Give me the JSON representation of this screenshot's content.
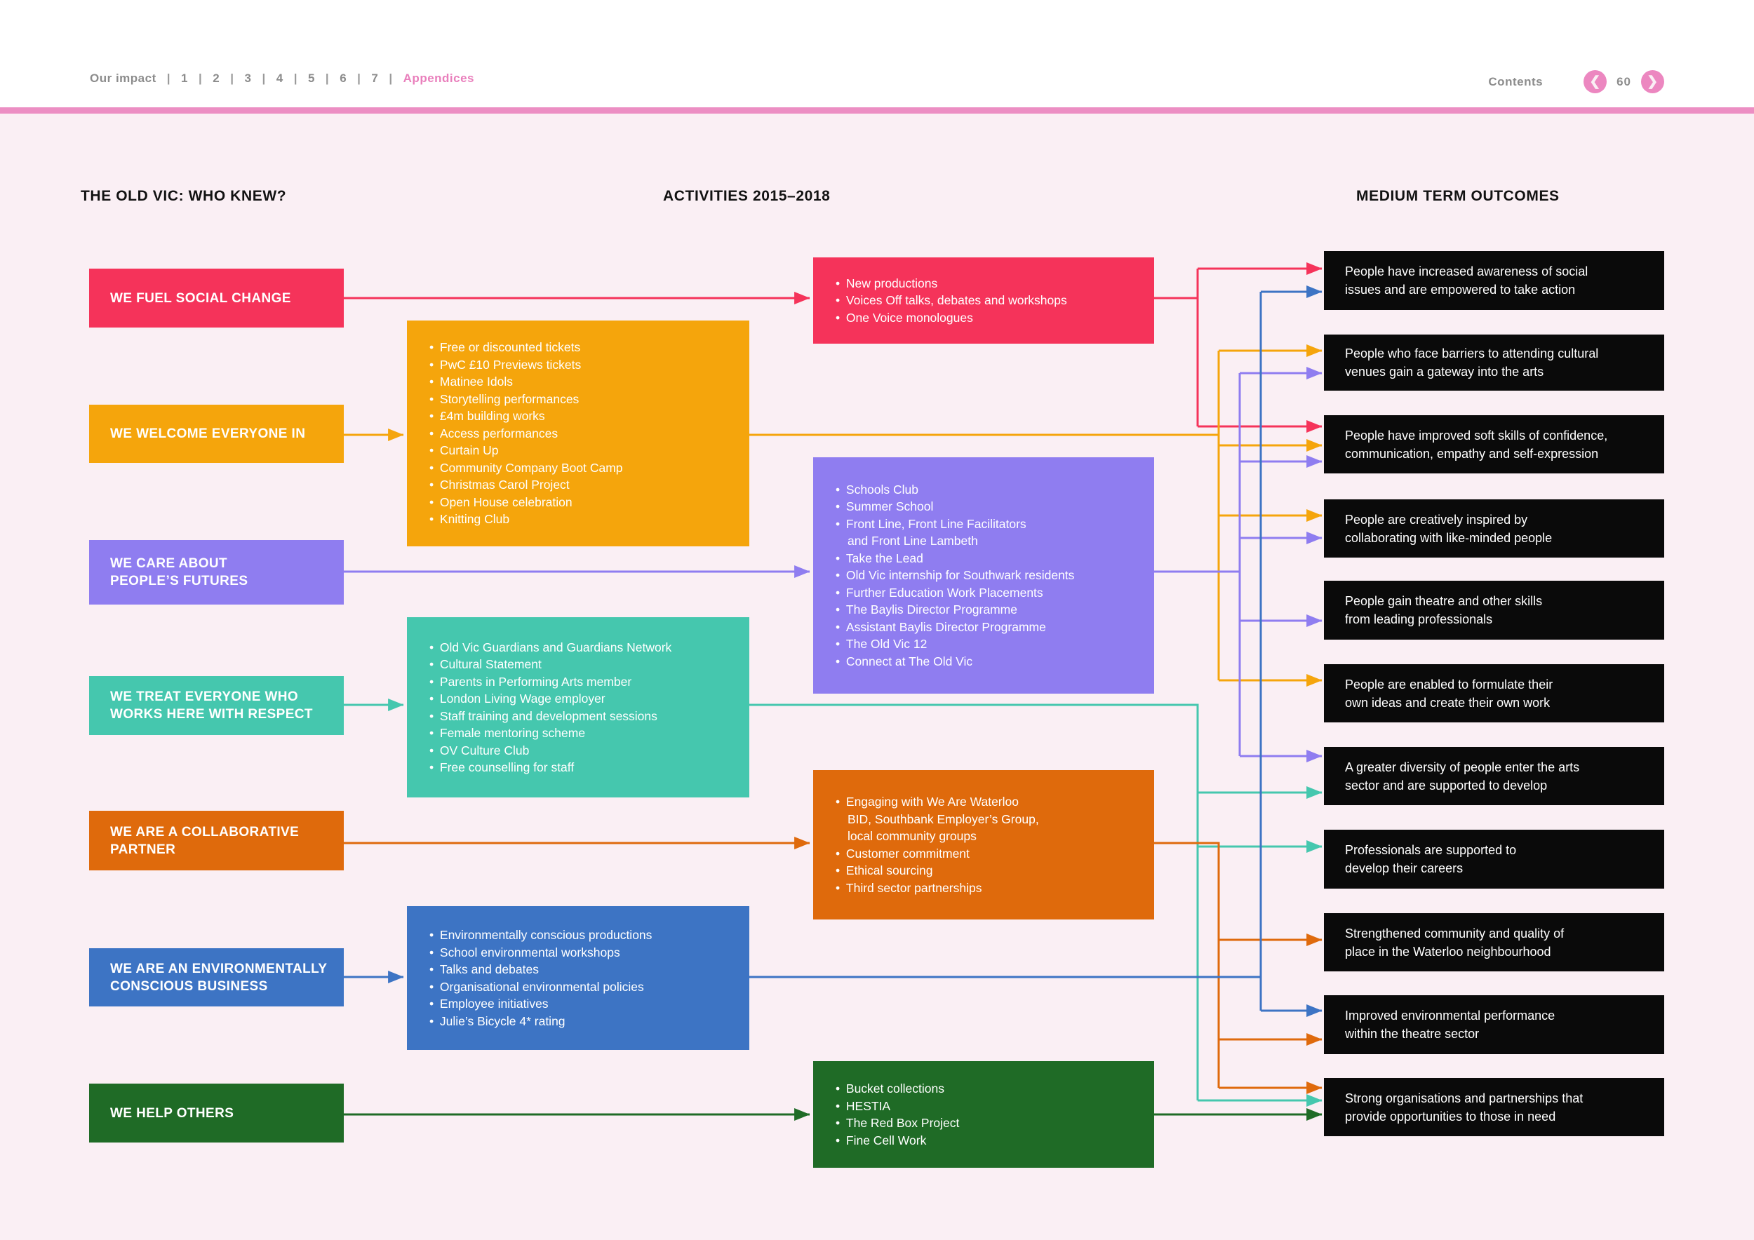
{
  "nav": {
    "our_impact": "Our impact",
    "pages": [
      "1",
      "2",
      "3",
      "4",
      "5",
      "6",
      "7"
    ],
    "separator": "|",
    "appendices": "Appendices",
    "contents": "Contents",
    "page_number": "60",
    "accent_pink": "#EC8EC3"
  },
  "headers": {
    "left": "THE OLD VIC: WHO KNEW?",
    "middle": "ACTIVITIES 2015–2018",
    "right": "MEDIUM TERM OUTCOMES"
  },
  "pillars": [
    {
      "id": "fuel-social-change",
      "label": "WE FUEL SOCIAL CHANGE",
      "color": "#F5335A"
    },
    {
      "id": "welcome-everyone-in",
      "label": "WE WELCOME EVERYONE IN",
      "color": "#F5A50C"
    },
    {
      "id": "care-about-peoples-futures",
      "label": "WE CARE ABOUT\nPEOPLE’S FUTURES",
      "color": "#8F7DF0"
    },
    {
      "id": "treat-everyone-with-respect",
      "label": "WE TREAT EVERYONE WHO\nWORKS HERE WITH RESPECT",
      "color": "#45C7AE"
    },
    {
      "id": "collaborative-partner",
      "label": "WE ARE A COLLABORATIVE\nPARTNER",
      "color": "#DF6A0C"
    },
    {
      "id": "environmentally-conscious",
      "label": "WE ARE AN ENVIRONMENTALLY\nCONSCIOUS BUSINESS",
      "color": "#3D74C4"
    },
    {
      "id": "help-others",
      "label": "WE HELP OTHERS",
      "color": "#1F6B26"
    }
  ],
  "activities": [
    {
      "pillar": "fuel-social-change",
      "color": "#F5335A",
      "items": [
        "New productions",
        "Voices Off talks, debates and workshops",
        "One Voice monologues"
      ]
    },
    {
      "pillar": "welcome-everyone-in",
      "color": "#F5A50C",
      "items": [
        "Free or discounted tickets",
        "PwC £10 Previews tickets",
        "Matinee Idols",
        "Storytelling performances",
        "£4m building works",
        "Access performances",
        "Curtain Up",
        "Community Company Boot Camp",
        "Christmas Carol Project",
        "Open House celebration",
        "Knitting Club"
      ]
    },
    {
      "pillar": "care-about-peoples-futures",
      "color": "#8F7DF0",
      "items": [
        "Schools Club",
        "Summer School",
        "Front Line, Front Line Facilitators\nand Front Line Lambeth",
        "Take the Lead",
        "Old Vic internship for Southwark residents",
        "Further Education Work Placements",
        "The Baylis Director Programme",
        "Assistant Baylis Director Programme",
        "The Old Vic 12",
        "Connect at The Old Vic"
      ]
    },
    {
      "pillar": "treat-everyone-with-respect",
      "color": "#45C7AE",
      "items": [
        "Old Vic Guardians and Guardians Network",
        "Cultural Statement",
        "Parents in Performing Arts member",
        "London Living Wage employer",
        "Staff training and development sessions",
        "Female mentoring scheme",
        "OV Culture Club",
        "Free counselling for staff"
      ]
    },
    {
      "pillar": "collaborative-partner",
      "color": "#DF6A0C",
      "items": [
        "Engaging with We Are Waterloo\nBID, Southbank Employer’s Group,\nlocal community groups",
        "Customer commitment",
        "Ethical sourcing",
        "Third sector partnerships"
      ]
    },
    {
      "pillar": "environmentally-conscious",
      "color": "#3D74C4",
      "items": [
        "Environmentally conscious productions",
        "School environmental workshops",
        "Talks and debates",
        "Organisational environmental policies",
        "Employee initiatives",
        "Julie’s Bicycle 4* rating"
      ]
    },
    {
      "pillar": "help-others",
      "color": "#1F6B26",
      "items": [
        "Bucket collections",
        "HESTIA",
        "The Red Box Project",
        "Fine Cell Work"
      ]
    }
  ],
  "outcomes": [
    "People have increased awareness of social\nissues and are empowered to take action",
    "People who face barriers to attending cultural\nvenues gain a gateway into the arts",
    "People have improved soft skills of confidence,\ncommunication, empathy and self-expression",
    "People are creatively inspired by\ncollaborating with like-minded people",
    "People gain theatre and other skills\nfrom leading professionals",
    "People are enabled to formulate their\nown ideas and create their own work",
    "A greater diversity of people enter the arts\nsector and are supported to develop",
    "Professionals are supported to\ndevelop their careers",
    "Strengthened community and quality of\nplace in the Waterloo neighbourhood",
    "Improved environmental performance\nwithin the theatre sector",
    "Strong organisations and partnerships that\nprovide opportunities to those in need"
  ],
  "connections": [
    {
      "pillar": "fuel-social-change",
      "outcomes": [
        1,
        3
      ]
    },
    {
      "pillar": "welcome-everyone-in",
      "outcomes": [
        2,
        3,
        4,
        6
      ]
    },
    {
      "pillar": "care-about-peoples-futures",
      "outcomes": [
        2,
        3,
        4,
        5,
        7
      ]
    },
    {
      "pillar": "treat-everyone-with-respect",
      "outcomes": [
        7,
        8,
        11
      ]
    },
    {
      "pillar": "collaborative-partner",
      "outcomes": [
        9,
        10,
        11
      ]
    },
    {
      "pillar": "environmentally-conscious",
      "outcomes": [
        1,
        10
      ]
    },
    {
      "pillar": "help-others",
      "outcomes": [
        11
      ]
    }
  ]
}
